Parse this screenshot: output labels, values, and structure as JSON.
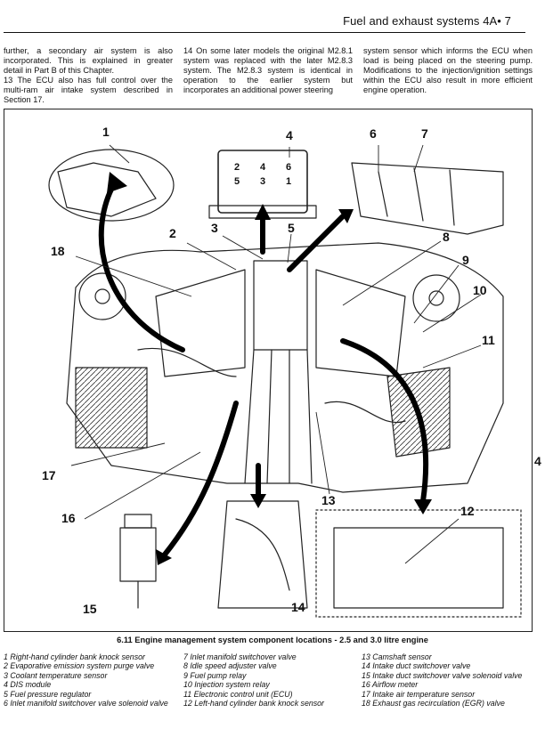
{
  "header": {
    "title": "Fuel and exhaust systems  4A• 7"
  },
  "columns": [
    [
      "further, a secondary air system is also incorporated. This is explained in greater detail in Part B of this Chapter.",
      "13  The ECU also has full control over the multi-ram air intake system described in Section 17."
    ],
    [
      "14  On some later models the original M2.8.1 system was replaced with the later M2.8.3 system. The M2.8.3 system is identical in operation to the earlier system but incorporates an additional power steering"
    ],
    [
      "system sensor which informs the ECU when load is being placed on the steering pump. Modifications to the injection/ignition settings within the ECU also result in more efficient engine operation."
    ]
  ],
  "figure": {
    "callouts": [
      "1",
      "2",
      "3",
      "4",
      "5",
      "6",
      "7",
      "8",
      "9",
      "10",
      "11",
      "12",
      "13",
      "14",
      "15",
      "16",
      "17",
      "18"
    ],
    "dis_labels": [
      "2",
      "4",
      "6",
      "5",
      "3",
      "1"
    ]
  },
  "side_tab": "4",
  "caption": "6.11  Engine management system component locations - 2.5 and 3.0 litre engine",
  "legend": [
    [
      "1  Right-hand cylinder bank knock sensor",
      "2  Evaporative emission system purge valve",
      "3  Coolant temperature sensor",
      "4  DIS module",
      "5  Fuel pressure regulator",
      "6  Inlet manifold switchover valve solenoid valve"
    ],
    [
      "7  Inlet manifold switchover valve",
      "8  Idle speed adjuster valve",
      "9  Fuel pump relay",
      "10  Injection system relay",
      "11  Electronic control unit (ECU)",
      "12  Left-hand cylinder bank knock sensor"
    ],
    [
      "13  Camshaft sensor",
      "14  Intake duct switchover valve",
      "15  Intake duct switchover valve solenoid valve",
      "16  Airflow meter",
      "17  Intake air temperature sensor",
      "18  Exhaust gas recirculation (EGR) valve"
    ]
  ]
}
